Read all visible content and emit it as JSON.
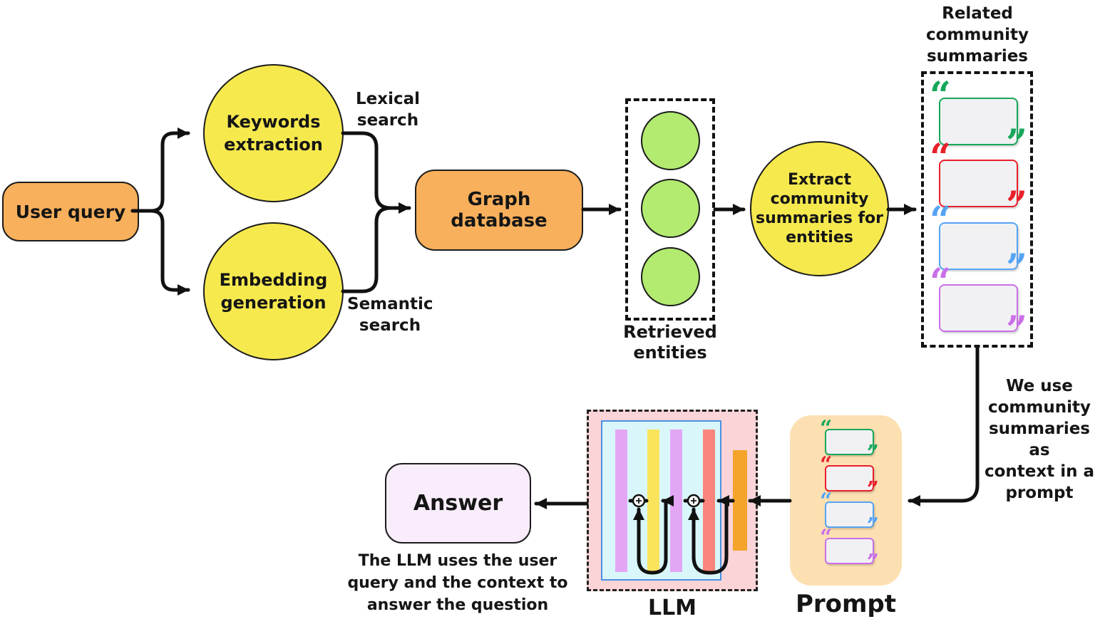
{
  "title": "Graph RAG query pipeline diagram",
  "colors": {
    "orange_box": "#F8B05C",
    "yellow_circle": "#F6E94E",
    "green_entity": "#B2EB6F",
    "peach_prompt": "#FCE0B2",
    "pink_llm": "#FBD4D8",
    "cyan_inner": "#D9F7FB",
    "cyan_border": "#4A90E2",
    "bar_purple": "#E3A6F5",
    "bar_yellow": "#FAE45C",
    "bar_salmon": "#F9857C",
    "bar_orange": "#F5A42B",
    "answer_box": "#F9EDFB",
    "quote_green": "#17A75B",
    "quote_red": "#E8202A",
    "quote_blue": "#55A4F4",
    "quote_purple": "#C96FE8"
  },
  "nodes": {
    "user_query": "User query",
    "keywords": "Keywords\nextraction",
    "embedding": "Embedding\ngeneration",
    "lexical_search": "Lexical\nsearch",
    "semantic_search": "Semantic\nsearch",
    "graph_database": "Graph database",
    "retrieved_entities": "Retrieved\nentities",
    "extract_summaries": "Extract\ncommunity\nsummaries for\nentities",
    "related_title": "Related\ncommunity\nsummaries",
    "we_use_note": "We use\ncommunity\nsummaries as\ncontext in a\nprompt",
    "prompt": "Prompt",
    "llm": "LLM",
    "answer": "Answer",
    "llm_caption": "The LLM uses the user\nquery and the context to\nanswer the question"
  }
}
